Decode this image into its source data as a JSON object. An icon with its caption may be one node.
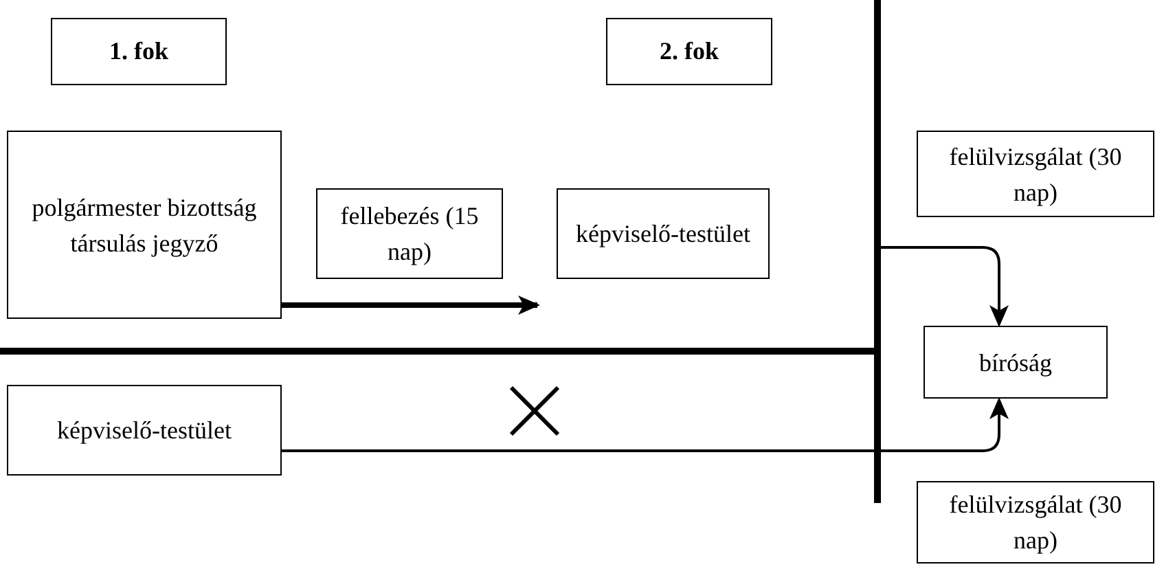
{
  "diagram": {
    "nodes": [
      {
        "text": [
          "1. fok"
        ]
      },
      {
        "text": [
          "2. fok"
        ]
      },
      {
        "text": [
          "polgármester bizottság társulás jegyző"
        ]
      },
      {
        "text": [
          "fellebezés (15 nap)"
        ]
      },
      {
        "text": [
          "képviselő-testület"
        ]
      },
      {
        "text": [
          "felülvizsgálat (30 nap)"
        ]
      },
      {
        "text": [
          "bíróság"
        ]
      },
      {
        "text": [
          "képviselő-testület"
        ]
      },
      {
        "text": [
          "felülvizsgálat (30 nap)"
        ]
      }
    ],
    "edges": [
      {
        "from": 2,
        "to": 4,
        "arrow": "to",
        "style": "thick"
      },
      {
        "from": null,
        "to": 6,
        "arrow": "to"
      },
      {
        "from": 7,
        "to": 6,
        "arrow": "to"
      }
    ]
  }
}
